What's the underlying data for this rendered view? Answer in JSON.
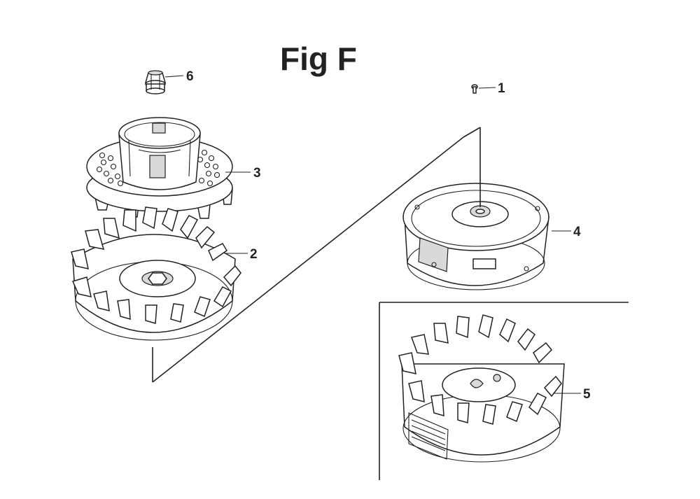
{
  "figure": {
    "title": "Fig F",
    "callouts": [
      {
        "id": "1",
        "label": "1"
      },
      {
        "id": "2",
        "label": "2"
      },
      {
        "id": "3",
        "label": "3"
      },
      {
        "id": "4",
        "label": "4"
      },
      {
        "id": "5",
        "label": "5"
      },
      {
        "id": "6",
        "label": "6"
      }
    ]
  },
  "colors": {
    "ink": "#222222",
    "background": "#ffffff",
    "shade": "#d9d9d9"
  }
}
